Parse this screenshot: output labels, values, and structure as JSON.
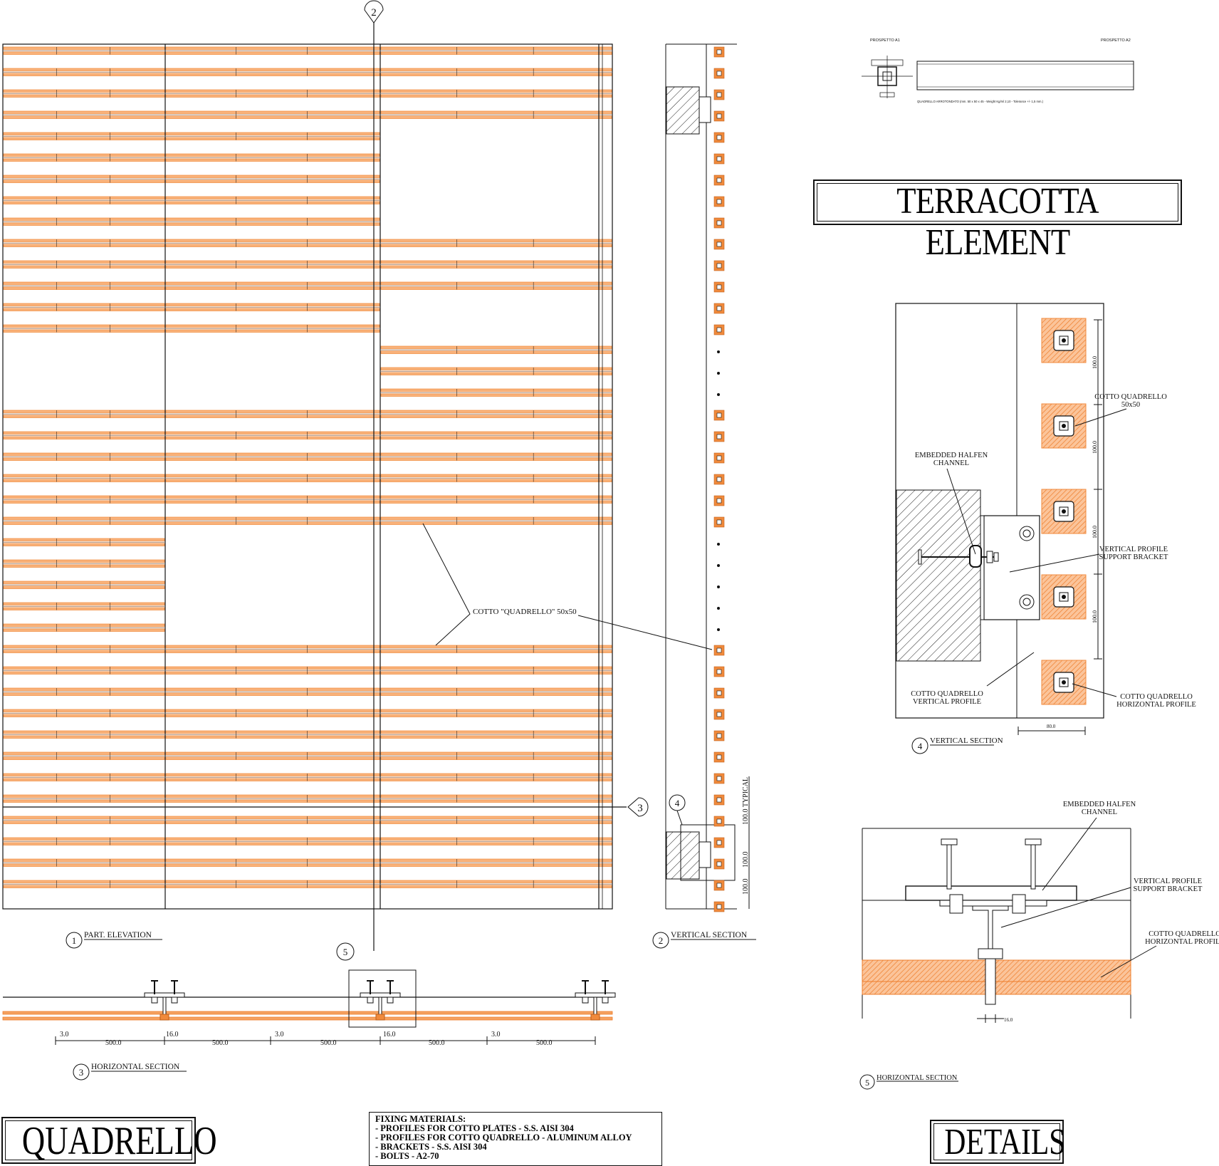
{
  "titles": {
    "terracotta": "TERRACOTTA ELEMENT",
    "quadrello": "QUADRELLO",
    "details": "DETAILS"
  },
  "fixing": {
    "heading": "FIXING MATERIALS:",
    "items": [
      "- PROFILES FOR COTTO PLATES - S.S. AISI 304",
      "- PROFILES FOR COTTO QUADRELLO - ALUMINUM ALLOY",
      "- BRACKETS - S.S. AISI 304",
      "- BOLTS - A2-70"
    ]
  },
  "views": {
    "v1": {
      "num": "1",
      "label": "PART. ELEVATION"
    },
    "v2": {
      "num": "2",
      "label": "VERTICAL SECTION"
    },
    "v3": {
      "num": "3",
      "label": "HORIZONTAL SECTION"
    },
    "v4": {
      "num": "4",
      "label": "VERTICAL SECTION"
    },
    "v5": {
      "num": "5",
      "label": "HORIZONTAL SECTION"
    }
  },
  "callouts": {
    "cotto_quadrello_5050_quoted": "COTTO \"QUADRELLO\" 50x50",
    "cotto_quadrello_line1": "COTTO QUADRELLO",
    "cotto_quadrello_line2": "50x50",
    "embedded_halfen_line1": "EMBEDDED HALFEN",
    "embedded_halfen_line2": "CHANNEL",
    "vertical_bracket_line1": "VERTICAL PROFILE",
    "vertical_bracket_line2": "SUPPORT BRACKET",
    "cq_vertical_line1": "COTTO QUADRELLO",
    "cq_vertical_line2": "VERTICAL PROFILE",
    "cq_horizontal_line1": "COTTO QUADRELLO",
    "cq_horizontal_line2": "HORIZONTAL PROFILE"
  },
  "dimensions": {
    "d100_typical": "100.0 TYPICAL",
    "d100": "100.0",
    "d80": "80.0",
    "d500": "500.0",
    "d3": "3.0",
    "d16": "16.0"
  },
  "prospetto": {
    "a1": "PROSPETTO A1",
    "a2": "PROSPETTO A2",
    "caption": "QUADRELLO ARROTONDATO (mm. 50 x 50 x 45 - Weight Kg/ml 2,10 - Tolerance +/- 1,5 mm.)"
  },
  "colors": {
    "terracotta": "#f08a3c",
    "terracotta_fill": "#f9b27a",
    "line": "#111111"
  }
}
